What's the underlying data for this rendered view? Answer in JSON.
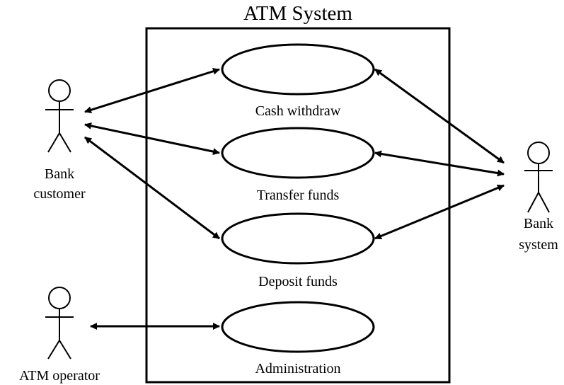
{
  "system": {
    "title": "ATM System"
  },
  "use_cases": [
    {
      "id": "cash",
      "label": "Cash withdraw"
    },
    {
      "id": "transfer",
      "label": "Transfer funds"
    },
    {
      "id": "deposit",
      "label": "Deposit funds"
    },
    {
      "id": "admin",
      "label": "Administration"
    }
  ],
  "actors": [
    {
      "id": "bank_customer",
      "label_lines": [
        "Bank",
        "customer"
      ]
    },
    {
      "id": "atm_operator",
      "label_lines": [
        "ATM operator"
      ]
    },
    {
      "id": "bank_system",
      "label_lines": [
        "Bank",
        "system"
      ]
    }
  ],
  "associations": [
    {
      "actor": "bank_customer",
      "use_case": "cash"
    },
    {
      "actor": "bank_customer",
      "use_case": "transfer"
    },
    {
      "actor": "bank_customer",
      "use_case": "deposit"
    },
    {
      "actor": "bank_system",
      "use_case": "cash"
    },
    {
      "actor": "bank_system",
      "use_case": "transfer"
    },
    {
      "actor": "bank_system",
      "use_case": "deposit"
    },
    {
      "actor": "atm_operator",
      "use_case": "admin"
    }
  ],
  "style": {
    "line_color": "#000000",
    "background": "#ffffff"
  }
}
